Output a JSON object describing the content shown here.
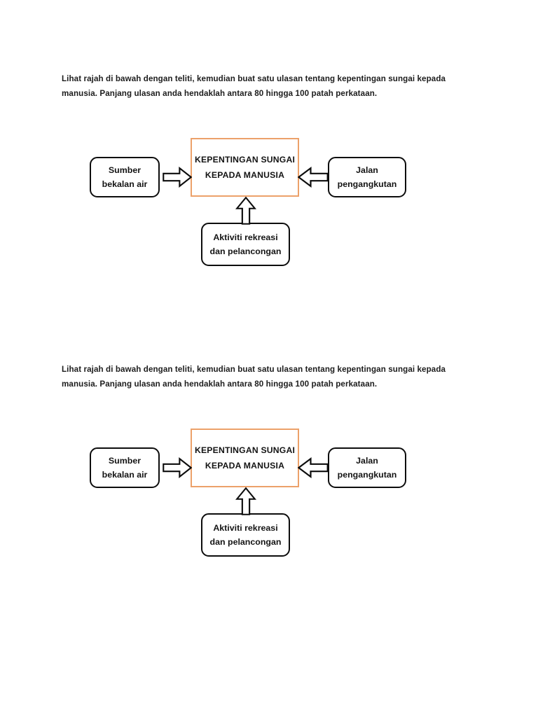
{
  "document": {
    "background_color": "#ffffff",
    "text_color": "#1a1a1a",
    "accent_color": "#ECA16A",
    "outline_color": "#0d0d0d"
  },
  "sections": [
    {
      "instruction": {
        "line1": "Lihat rajah di bawah dengan teliti, kemudian buat satu ulasan tentang kepentingan sungai kepada",
        "line2": "manusia. Panjang ulasan anda hendaklah antara 80 hingga 100 patah perkataan."
      },
      "diagram": {
        "center": {
          "line1": "KEPENTINGAN SUNGAI",
          "line2": "KEPADA MANUSIA"
        },
        "left": {
          "line1": "Sumber",
          "line2": "bekalan air"
        },
        "right": {
          "line1": "Jalan",
          "line2": "pengangkutan"
        },
        "bottom": {
          "line1": "Aktiviti rekreasi",
          "line2": "dan pelancongan"
        }
      }
    },
    {
      "instruction": {
        "line1": "Lihat rajah di bawah dengan teliti, kemudian buat satu ulasan tentang kepentingan sungai kepada",
        "line2": "manusia. Panjang ulasan anda hendaklah antara 80 hingga 100 patah perkataan."
      },
      "diagram": {
        "center": {
          "line1": "KEPENTINGAN SUNGAI",
          "line2": "KEPADA MANUSIA"
        },
        "left": {
          "line1": "Sumber",
          "line2": "bekalan air"
        },
        "right": {
          "line1": "Jalan",
          "line2": "pengangkutan"
        },
        "bottom": {
          "line1": "Aktiviti rekreasi",
          "line2": "dan pelancongan"
        }
      }
    }
  ]
}
